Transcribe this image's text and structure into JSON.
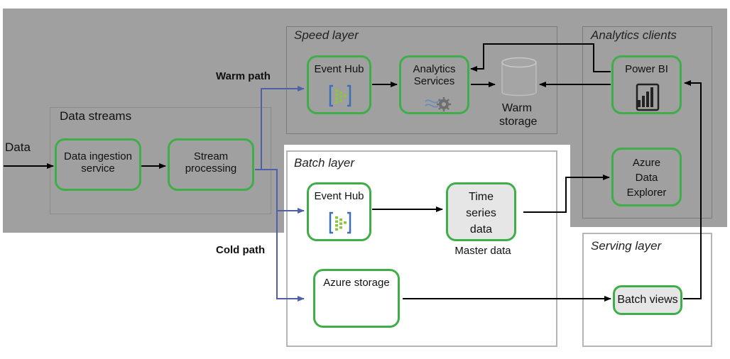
{
  "data_input_label": "Data",
  "paths": {
    "warm": "Warm path",
    "cold": "Cold path"
  },
  "layers": {
    "speed": "Speed layer",
    "analytics": "Analytics clients",
    "batch": "Batch layer",
    "serving": "Serving layer"
  },
  "data_streams": {
    "title": "Data streams",
    "ingestion": "Data ingestion service",
    "stream_processing": "Stream processing"
  },
  "speed_layer": {
    "event_hub": "Event Hub",
    "analytics_services": "Analytics Services",
    "warm_storage": "Warm storage"
  },
  "analytics_clients": {
    "power_bi": "Power BI",
    "adx": "Azure Data Explorer"
  },
  "batch_layer": {
    "event_hub": "Event Hub",
    "time_series": "Time series data",
    "master_data": "Master data",
    "azure_storage": "Azure storage"
  },
  "serving_layer": {
    "batch_views": "Batch views"
  },
  "colors": {
    "shaded_bg": "#a0a0a0",
    "node_border": "#3fae49",
    "warm_cold_arrow": "#4f5fa8",
    "black_arrow": "#000000"
  },
  "icons": [
    "event-hub-icon",
    "analytics-services-icon",
    "database-cylinder-icon",
    "power-bi-icon"
  ]
}
